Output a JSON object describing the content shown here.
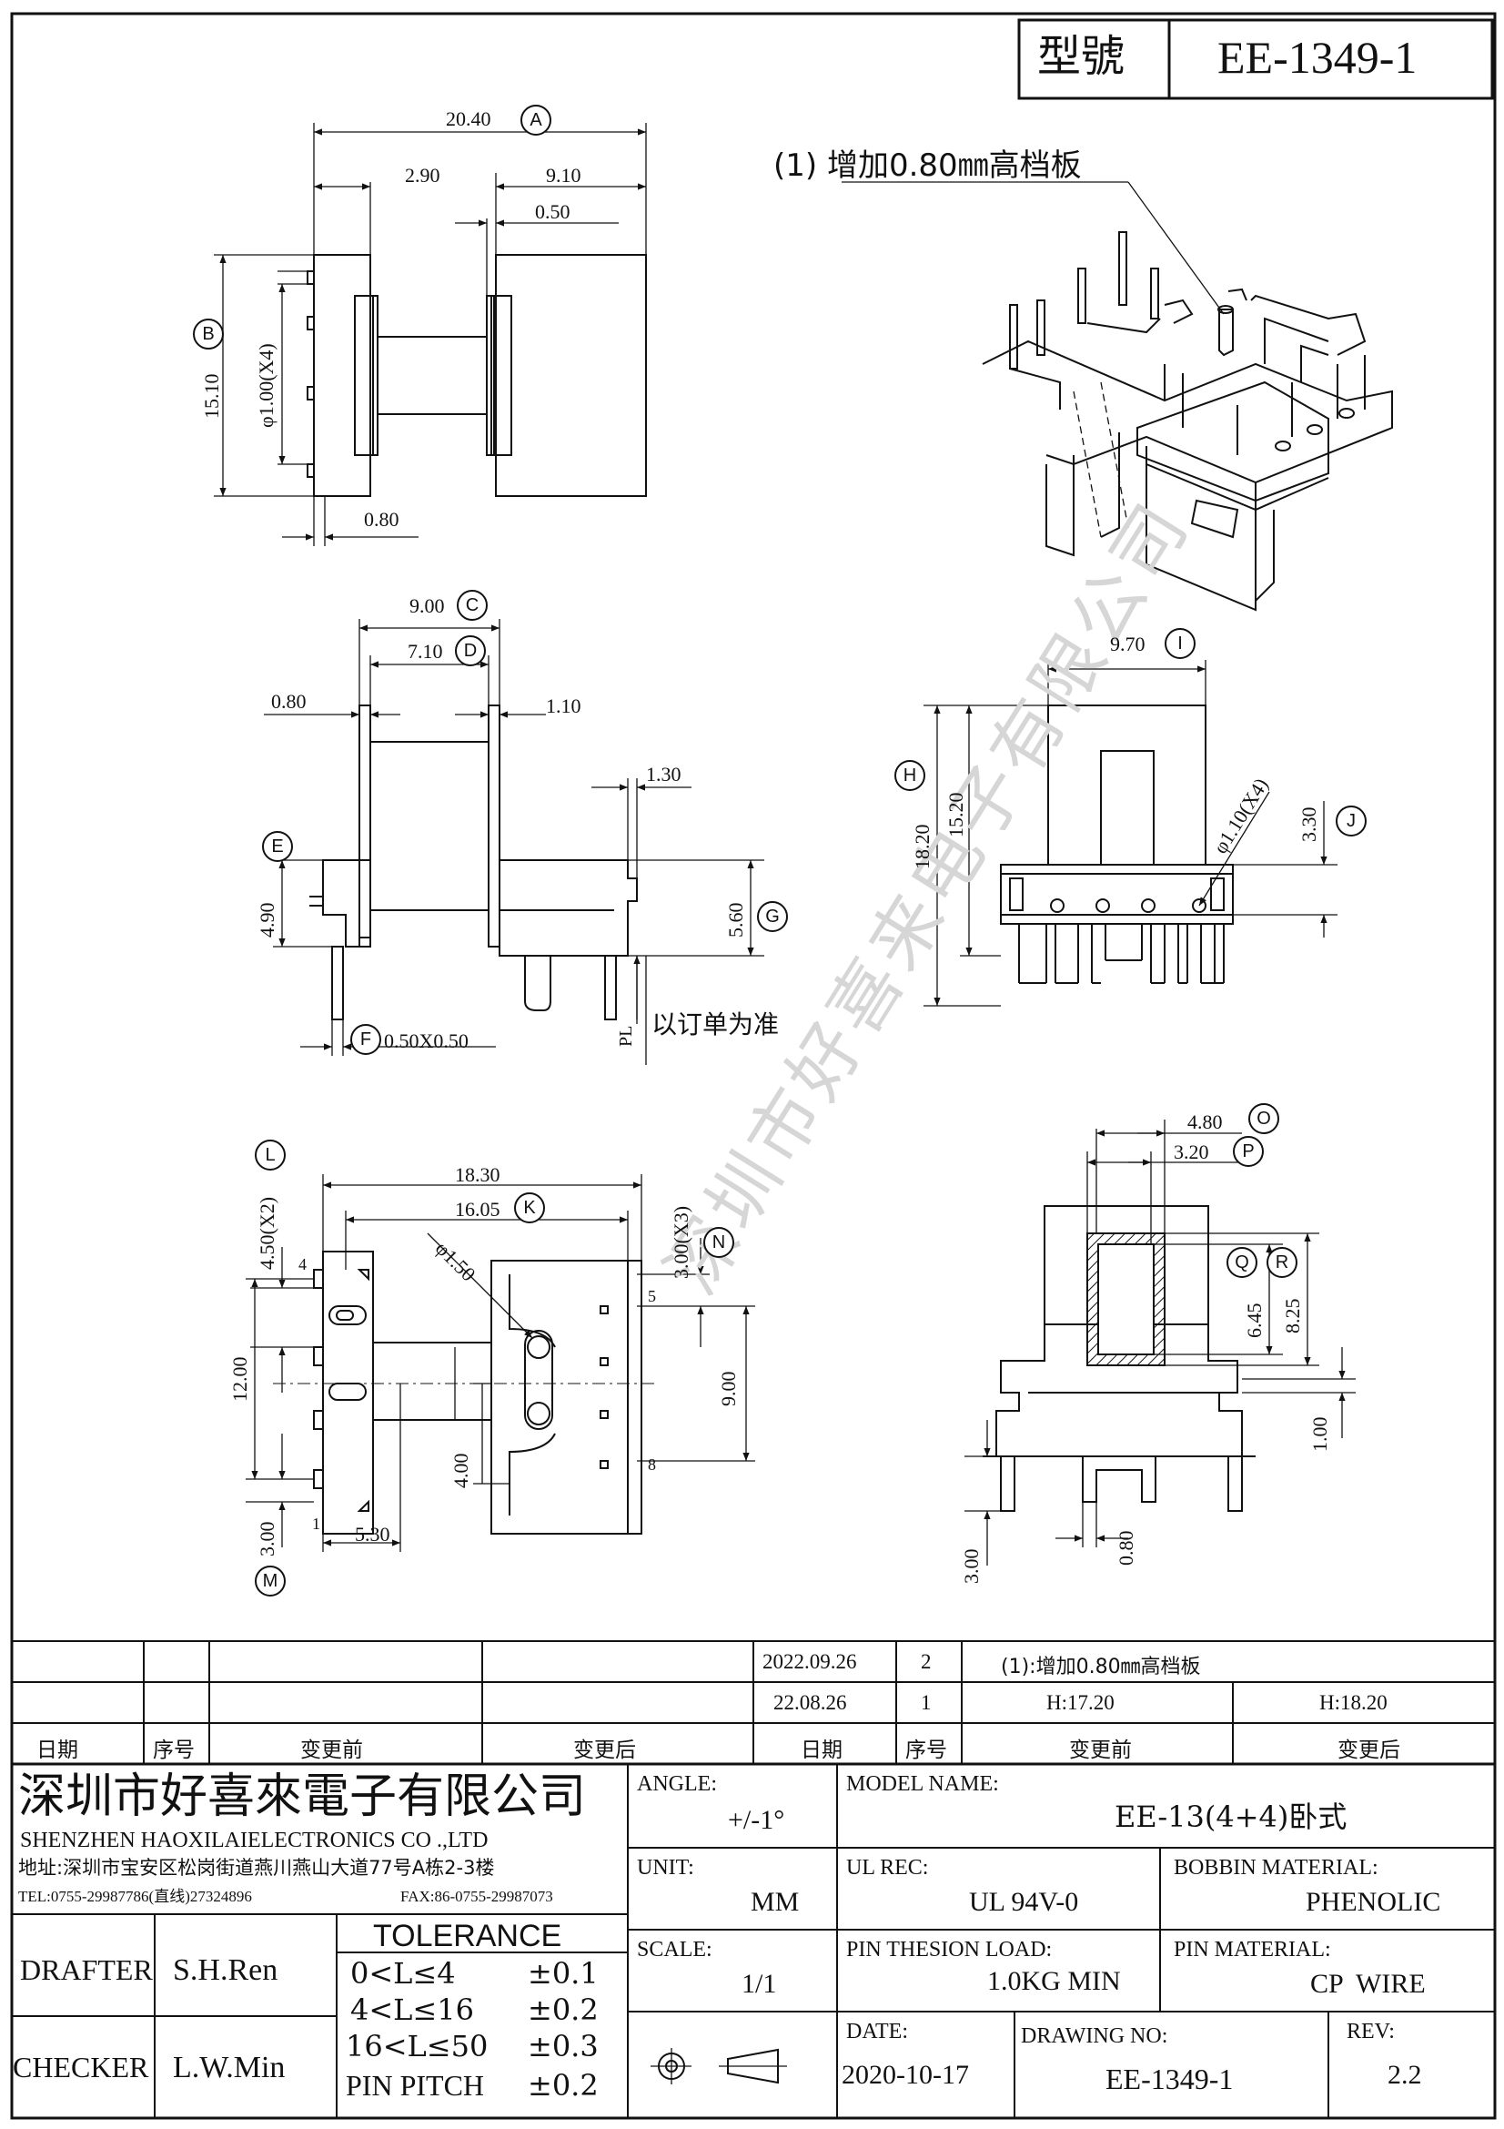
{
  "title_block": {
    "model_label": "型號",
    "model_value": "EE-1349-1"
  },
  "note": "(1) 增加0.80㎜高档板",
  "watermark": "深圳市好喜来电子有限公司",
  "top_view": {
    "dim_overall": "20.40",
    "dim_left": "2.90",
    "dim_right": "9.10",
    "dim_gap": "0.50",
    "dim_height": "15.10",
    "dim_pin": "φ1.00(X4)",
    "dim_bottom": "0.80",
    "tag_a": "A",
    "tag_b": "B"
  },
  "side_view": {
    "dim_top": "9.00",
    "dim_inner": "7.10",
    "dim_left_flange": "0.80",
    "dim_right_flange": "1.10",
    "dim_step": "1.30",
    "dim_e": "4.90",
    "dim_g": "5.60",
    "dim_pin_sq": "0.50X0.50",
    "pl_label": "PL",
    "pl_text": "以订单为准",
    "tag_c": "C",
    "tag_d": "D",
    "tag_e": "E",
    "tag_f": "F",
    "tag_g": "G"
  },
  "front_view": {
    "dim_width": "9.70",
    "dim_h": "18.20",
    "dim_body": "15.20",
    "dim_pin": "φ1.10(X4)",
    "dim_j": "3.30",
    "tag_h": "H",
    "tag_i": "I",
    "tag_j": "J"
  },
  "bottom_view": {
    "dim_total": "18.30",
    "dim_k": "16.05",
    "dim_l": "4.50(X2)",
    "dim_n": "3.00(X3)",
    "dim_pin_d": "φ1.50",
    "dim_12": "12.00",
    "dim_9": "9.00",
    "dim_4": "4.00",
    "dim_m": "3.00",
    "dim_53": "5.30",
    "pin_4": "4",
    "pin_1": "1",
    "pin_5": "5",
    "pin_8": "8",
    "tag_k": "K",
    "tag_l": "L",
    "tag_m": "M",
    "tag_n": "N"
  },
  "section_view": {
    "dim_o": "4.80",
    "dim_p": "3.20",
    "dim_q": "6.45",
    "dim_r": "8.25",
    "dim_1": "1.00",
    "dim_3": "3.00",
    "dim_08": "0.80",
    "tag_o": "O",
    "tag_p": "P",
    "tag_q": "Q",
    "tag_r": "R"
  },
  "revisions": {
    "rows": [
      {
        "date": "2022.09.26",
        "seq": "2",
        "before": "(1):增加0.80㎜高档板",
        "after": ""
      },
      {
        "date": "22.08.26",
        "seq": "1",
        "before": "H:17.20",
        "after": "H:18.20"
      }
    ],
    "headers": {
      "date": "日期",
      "seq": "序号",
      "before": "变更前",
      "after": "变更后"
    }
  },
  "company": {
    "cn": "深圳市好喜來電子有限公司",
    "en": "SHENZHEN HAOXILAIELECTRONICS CO .,LTD",
    "addr": "地址:深圳市宝安区松岗街道燕川燕山大道77号A栋2-3楼",
    "tel": "TEL:0755-29987786(直线)27324896",
    "fax": "FAX:86-0755-29987073"
  },
  "info": {
    "angle_label": "ANGLE:",
    "angle_value": "+/-1°",
    "unit_label": "UNIT:",
    "unit_value": "MM",
    "scale_label": "SCALE:",
    "scale_value": "1/1",
    "model_name_label": "MODEL NAME:",
    "model_name_value": "EE-13(4+4)卧式",
    "ul_label": "UL REC:",
    "ul_value": "UL 94V-0",
    "bobbin_label": "BOBBIN MATERIAL:",
    "bobbin_value": "PHENOLIC",
    "load_label": "PIN THESION LOAD:",
    "load_value": "1.0KG MIN",
    "pinmat_label": "PIN MATERIAL:",
    "pinmat_value": "CP  WIRE",
    "date_label": "DATE:",
    "date_value": "2020-10-17",
    "drawing_label": "DRAWING NO:",
    "drawing_value": "EE-1349-1",
    "rev_label": "REV:",
    "rev_value": "2.2"
  },
  "staff": {
    "drafter_label": "DRAFTER",
    "drafter": "S.H.Ren",
    "checker_label": "CHECKER",
    "checker": "L.W.Min"
  },
  "tolerance": {
    "title": "TOLERANCE",
    "rows": [
      {
        "range": "0<L≤4",
        "value": "±0.1"
      },
      {
        "range": "4<L≤16",
        "value": "±0.2"
      },
      {
        "range": "16<L≤50",
        "value": "±0.3"
      },
      {
        "range": "PIN PITCH",
        "value": "±0.2"
      }
    ]
  }
}
